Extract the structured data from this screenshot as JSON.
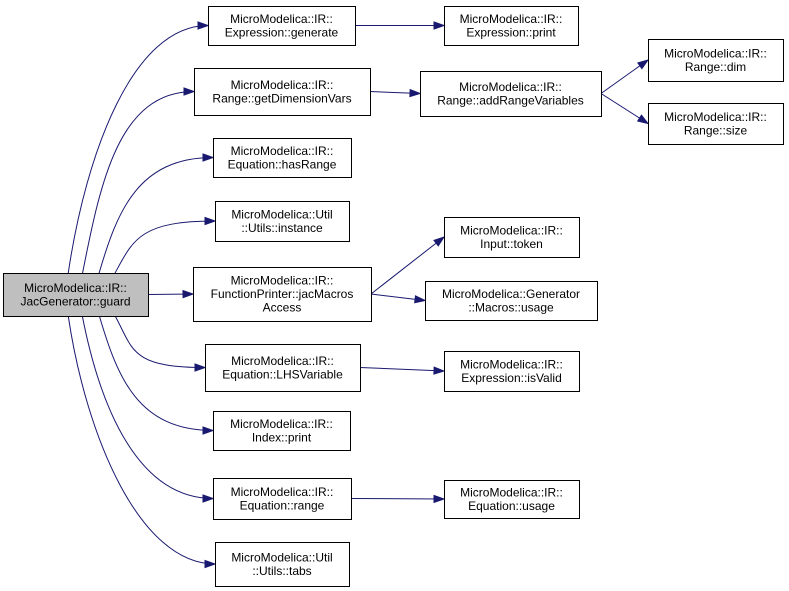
{
  "colors": {
    "edge": "#191970",
    "node_fill": "#ffffff",
    "root_fill": "#bfbfbf",
    "border": "#000000"
  },
  "nodes": [
    {
      "id": "guard",
      "lines": [
        "MicroModelica::IR::",
        "JacGenerator::guard"
      ],
      "root": true
    },
    {
      "id": "expr_generate",
      "lines": [
        "MicroModelica::IR::",
        "Expression::generate"
      ]
    },
    {
      "id": "range_getdimvars",
      "lines": [
        "MicroModelica::IR::",
        "Range::getDimensionVars"
      ]
    },
    {
      "id": "eq_hasrange",
      "lines": [
        "MicroModelica::IR::",
        "Equation::hasRange"
      ]
    },
    {
      "id": "utils_instance",
      "lines": [
        "MicroModelica::Util",
        "::Utils::instance"
      ]
    },
    {
      "id": "fp_jacmacros",
      "lines": [
        "MicroModelica::IR::",
        "FunctionPrinter::jacMacros",
        "Access"
      ]
    },
    {
      "id": "eq_lhsvar",
      "lines": [
        "MicroModelica::IR::",
        "Equation::LHSVariable"
      ]
    },
    {
      "id": "index_print",
      "lines": [
        "MicroModelica::IR::",
        "Index::print"
      ]
    },
    {
      "id": "eq_range",
      "lines": [
        "MicroModelica::IR::",
        "Equation::range"
      ]
    },
    {
      "id": "utils_tabs",
      "lines": [
        "MicroModelica::Util",
        "::Utils::tabs"
      ]
    },
    {
      "id": "expr_print",
      "lines": [
        "MicroModelica::IR::",
        "Expression::print"
      ]
    },
    {
      "id": "range_addrangevars",
      "lines": [
        "MicroModelica::IR::",
        "Range::addRangeVariables"
      ]
    },
    {
      "id": "range_dim",
      "lines": [
        "MicroModelica::IR::",
        "Range::dim"
      ]
    },
    {
      "id": "range_size",
      "lines": [
        "MicroModelica::IR::",
        "Range::size"
      ]
    },
    {
      "id": "input_token",
      "lines": [
        "MicroModelica::IR::",
        "Input::token"
      ]
    },
    {
      "id": "macros_usage",
      "lines": [
        "MicroModelica::Generator",
        "::Macros::usage"
      ]
    },
    {
      "id": "expr_isvalid",
      "lines": [
        "MicroModelica::IR::",
        "Expression::isValid"
      ]
    },
    {
      "id": "eq_usage",
      "lines": [
        "MicroModelica::IR::",
        "Equation::usage"
      ]
    }
  ],
  "edges": [
    {
      "from": "guard",
      "to": "expr_generate"
    },
    {
      "from": "guard",
      "to": "range_getdimvars"
    },
    {
      "from": "guard",
      "to": "eq_hasrange"
    },
    {
      "from": "guard",
      "to": "utils_instance"
    },
    {
      "from": "guard",
      "to": "fp_jacmacros"
    },
    {
      "from": "guard",
      "to": "eq_lhsvar"
    },
    {
      "from": "guard",
      "to": "index_print"
    },
    {
      "from": "guard",
      "to": "eq_range"
    },
    {
      "from": "guard",
      "to": "utils_tabs"
    },
    {
      "from": "expr_generate",
      "to": "expr_print"
    },
    {
      "from": "range_getdimvars",
      "to": "range_addrangevars"
    },
    {
      "from": "range_addrangevars",
      "to": "range_dim"
    },
    {
      "from": "range_addrangevars",
      "to": "range_size"
    },
    {
      "from": "fp_jacmacros",
      "to": "input_token"
    },
    {
      "from": "fp_jacmacros",
      "to": "macros_usage"
    },
    {
      "from": "eq_lhsvar",
      "to": "expr_isvalid"
    },
    {
      "from": "eq_range",
      "to": "eq_usage"
    }
  ]
}
